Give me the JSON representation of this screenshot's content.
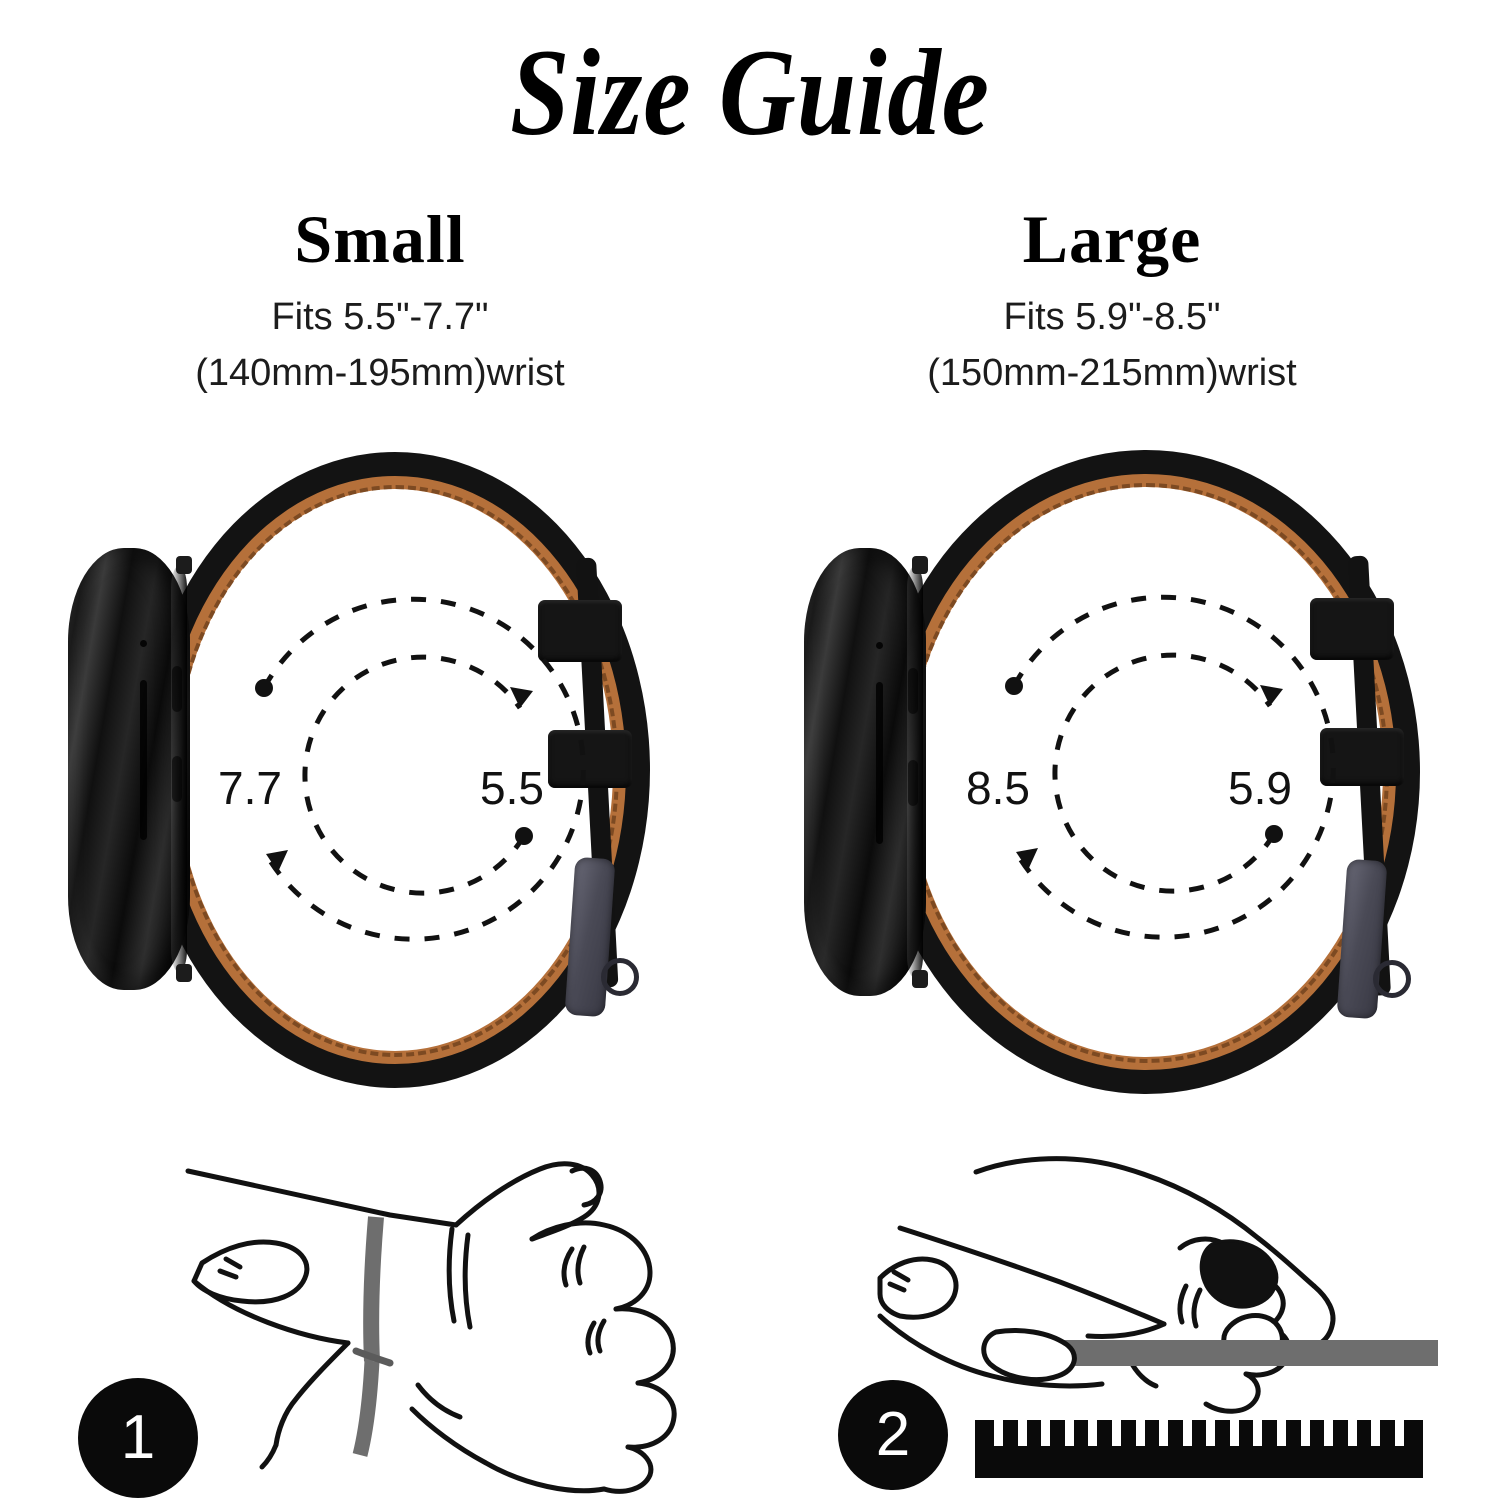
{
  "title": "Size Guide",
  "colors": {
    "background": "#ffffff",
    "text": "#111111",
    "band_black": "#131313",
    "band_tan": "#b5703a",
    "stitch": "#7d4a22",
    "buckle_metal": "#4a4a56",
    "badge": "#0a0a0a",
    "tape_gray": "#6e6e6e"
  },
  "sizes": [
    {
      "name": "Small",
      "fits_line": "Fits 5.5\"-7.7\"",
      "mm_line": "(140mm-195mm)wrist",
      "dial": {
        "outer_label": "7.7",
        "inner_label": "5.5"
      }
    },
    {
      "name": "Large",
      "fits_line": "Fits 5.9\"-8.5\"",
      "mm_line": "(150mm-215mm)wrist",
      "dial": {
        "outer_label": "8.5",
        "inner_label": "5.9"
      }
    }
  ],
  "steps": [
    {
      "number": "1",
      "icon": "hand-wrist-measure-icon"
    },
    {
      "number": "2",
      "icon": "hand-ruler-measure-icon"
    }
  ],
  "ruler": {
    "notch_count": 18
  }
}
